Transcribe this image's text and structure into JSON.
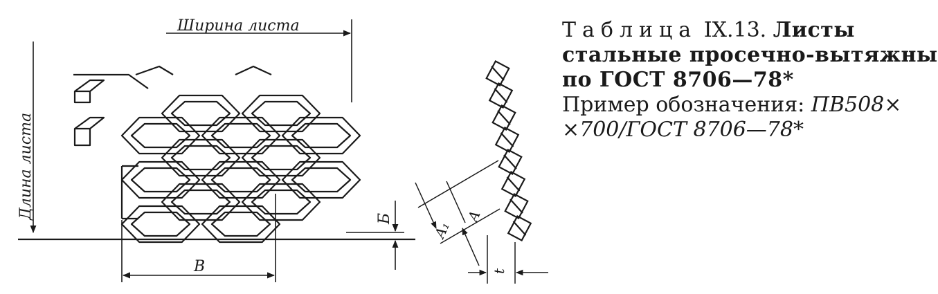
{
  "caption": {
    "table_word": "Таблица",
    "table_number": "IX.13.",
    "title_line1": "Листы",
    "title_line2": "стальные просечно-вытяжные",
    "title_line3": "по ГОСТ 8706—78*",
    "example_label": "Пример обозначения:",
    "example_part1": "ПВ508×",
    "example_part2": "×700/ГОСТ 8706—78*"
  },
  "labels": {
    "sheet_width": "Ширина листа",
    "sheet_length": "Длина листа",
    "dim_b_upper": "Б",
    "dim_b_lower": "В",
    "dim_a": "А",
    "dim_a1": "А₁",
    "dim_t": "t"
  }
}
